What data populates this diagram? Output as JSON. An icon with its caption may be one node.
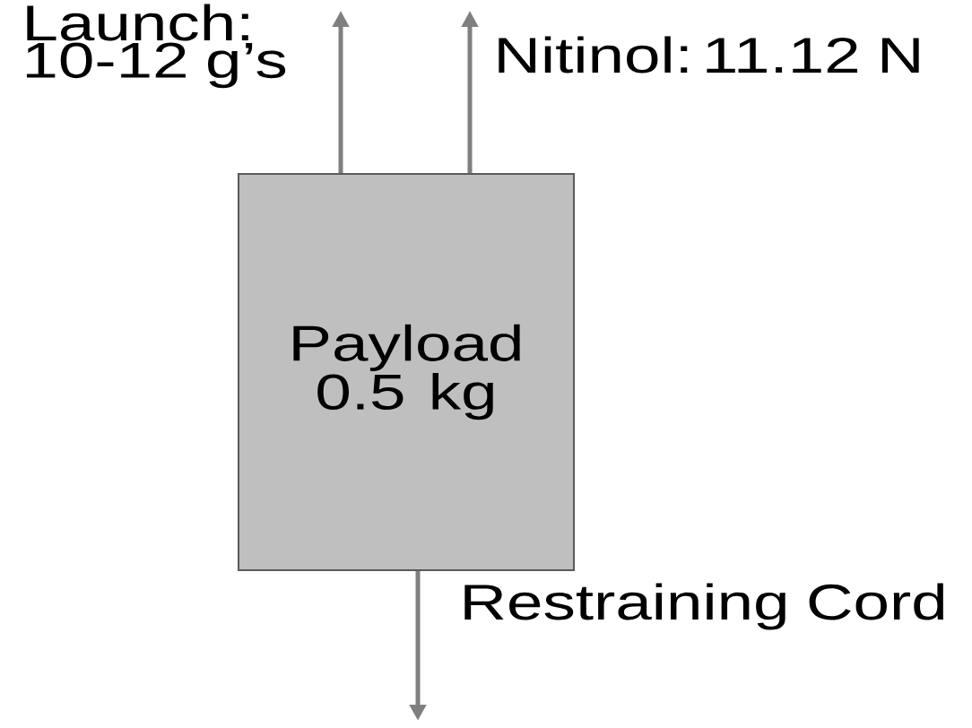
{
  "diagram": {
    "nodes": [
      {
        "text": [
          "Payload 0.5 kg"
        ]
      }
    ],
    "labels": [
      "Launch: 10-12 g’s",
      "Nitinol: 11.12 N",
      "Restraining Cord"
    ]
  }
}
